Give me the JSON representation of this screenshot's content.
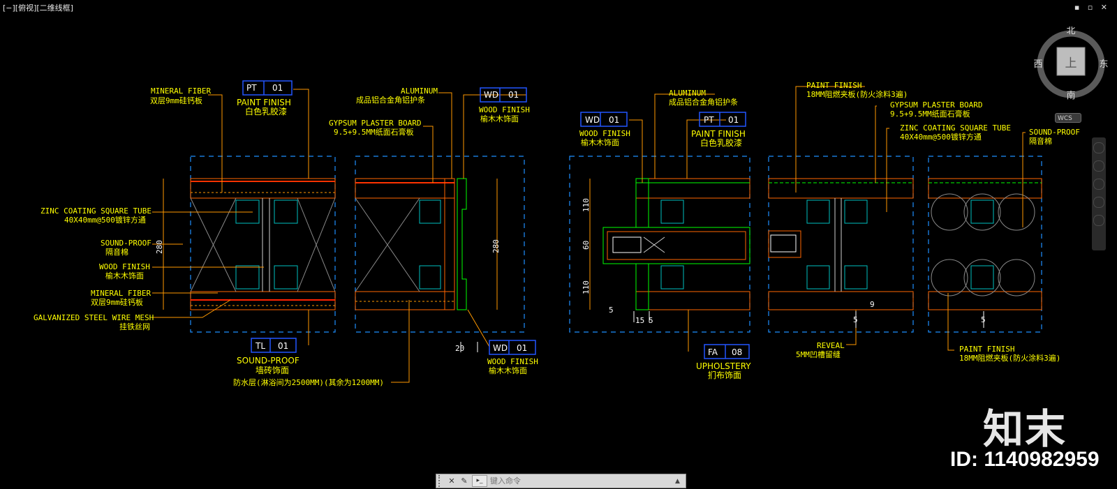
{
  "viewport": {
    "label": "[−][俯视][二维线框]"
  },
  "window_controls": {
    "label": "▪ ▫ ✕"
  },
  "viewcube": {
    "north": "北",
    "south": "南",
    "east": "东",
    "west": "西",
    "face": "上"
  },
  "wcs": {
    "label": "WCS"
  },
  "command_line": {
    "placeholder": "键入命令"
  },
  "watermark": {
    "logo": "知末",
    "id": "ID: 1140982959"
  },
  "colors": {
    "annotation": "#ffff00",
    "leader": "#ff9900",
    "tag_box": "#2255ff",
    "grid": "#00c0c0",
    "wall_red": "#ff3300",
    "green": "#00ff00",
    "dashed_frame": "#00a0ff"
  },
  "labels": {
    "mineral_fiber_top_en": "MINERAL FIBER",
    "mineral_fiber_top_cn": "双层9mm硅钙板",
    "pt_tag_1_code": "PT",
    "pt_tag_1_num": "01",
    "paint_finish_1_en": "PAINT FINISH",
    "paint_finish_1_cn": "白色乳胶漆",
    "aluminum_1_en": "ALUMINUM",
    "aluminum_1_cn": "成品铝合金角铝护条",
    "gypsum_1_en": "GYPSUM PLASTER BOARD",
    "gypsum_1_cn": "9.5+9.5MM纸面石膏板",
    "wd_tag_1_code": "WD",
    "wd_tag_1_num": "01",
    "wood_finish_1_en": "WOOD FINISH",
    "wood_finish_1_cn": "榆木木饰面",
    "zinc_1_en": "ZINC COATING SQUARE TUBE",
    "zinc_1_cn": "40X40mm@500镀锌方通",
    "sound_1_en": "SOUND-PROOF",
    "sound_1_cn": "隔音棉",
    "wood_2_en": "WOOD FINISH",
    "wood_2_cn": "榆木木饰面",
    "mineral_2_en": "MINERAL FIBER",
    "mineral_2_cn": "双层9mm硅钙板",
    "steel_mesh_en": "GALVANIZED STEEL WIRE MESH",
    "steel_mesh_cn": "挂铁丝网",
    "tl_tag_code": "TL",
    "tl_tag_num": "01",
    "sound_2_en": "SOUND-PROOF",
    "sound_2_cn": "墙砖饰面",
    "waterproof_cn": "防水层(淋浴间为2500MM)(其余为1200MM)",
    "wd_tag_2_code": "WD",
    "wd_tag_2_num": "01",
    "wood_3_en": "WOOD FINISH",
    "wood_3_cn": "榆木木饰面",
    "dim_280_a": "280",
    "dim_280_b": "280",
    "dim_20": "20",
    "aluminum_2_en": "ALUMINUM",
    "aluminum_2_cn": "成品铝合金角铝护条",
    "wd_tag_3_code": "WD",
    "wd_tag_3_num": "01",
    "wood_4_en": "WOOD FINISH",
    "wood_4_cn": "榆木木饰面",
    "pt_tag_2_code": "PT",
    "pt_tag_2_num": "01",
    "paint_finish_2_en": "PAINT FINISH",
    "paint_finish_2_cn": "白色乳胶漆",
    "dim_110_a": "110",
    "dim_60": "60",
    "dim_110_b": "110",
    "dim_5_a": "5",
    "dim_15": "15",
    "dim_5_b": "5",
    "fa_tag_code": "FA",
    "fa_tag_num": "08",
    "upholstery_en": "UPHOLSTERY",
    "upholstery_cn": "扪布饰面",
    "paint_finish_3_en": "PAINT FINISH",
    "paint_finish_3_cn": "18MM阻燃夹板(防火涂料3遍)",
    "gypsum_2_en": "GYPSUM PLASTER BOARD",
    "gypsum_2_cn": "9.5+9.5MM纸面石膏板",
    "zinc_2_en": "ZINC COATING SQUARE TUBE",
    "zinc_2_cn": "40X40mm@500镀锌方通",
    "sound_3_en": "SOUND-PROOF",
    "sound_3_cn": "隔音棉",
    "reveal_en": "REVEAL",
    "reveal_cn": "5MM凹槽留缝",
    "dim_5_c": "5",
    "dim_9": "9",
    "dim_5_d": "5",
    "paint_finish_4_en": "PAINT FINISH",
    "paint_finish_4_cn": "18MM阻燃夹板(防火涂料3遍)"
  }
}
